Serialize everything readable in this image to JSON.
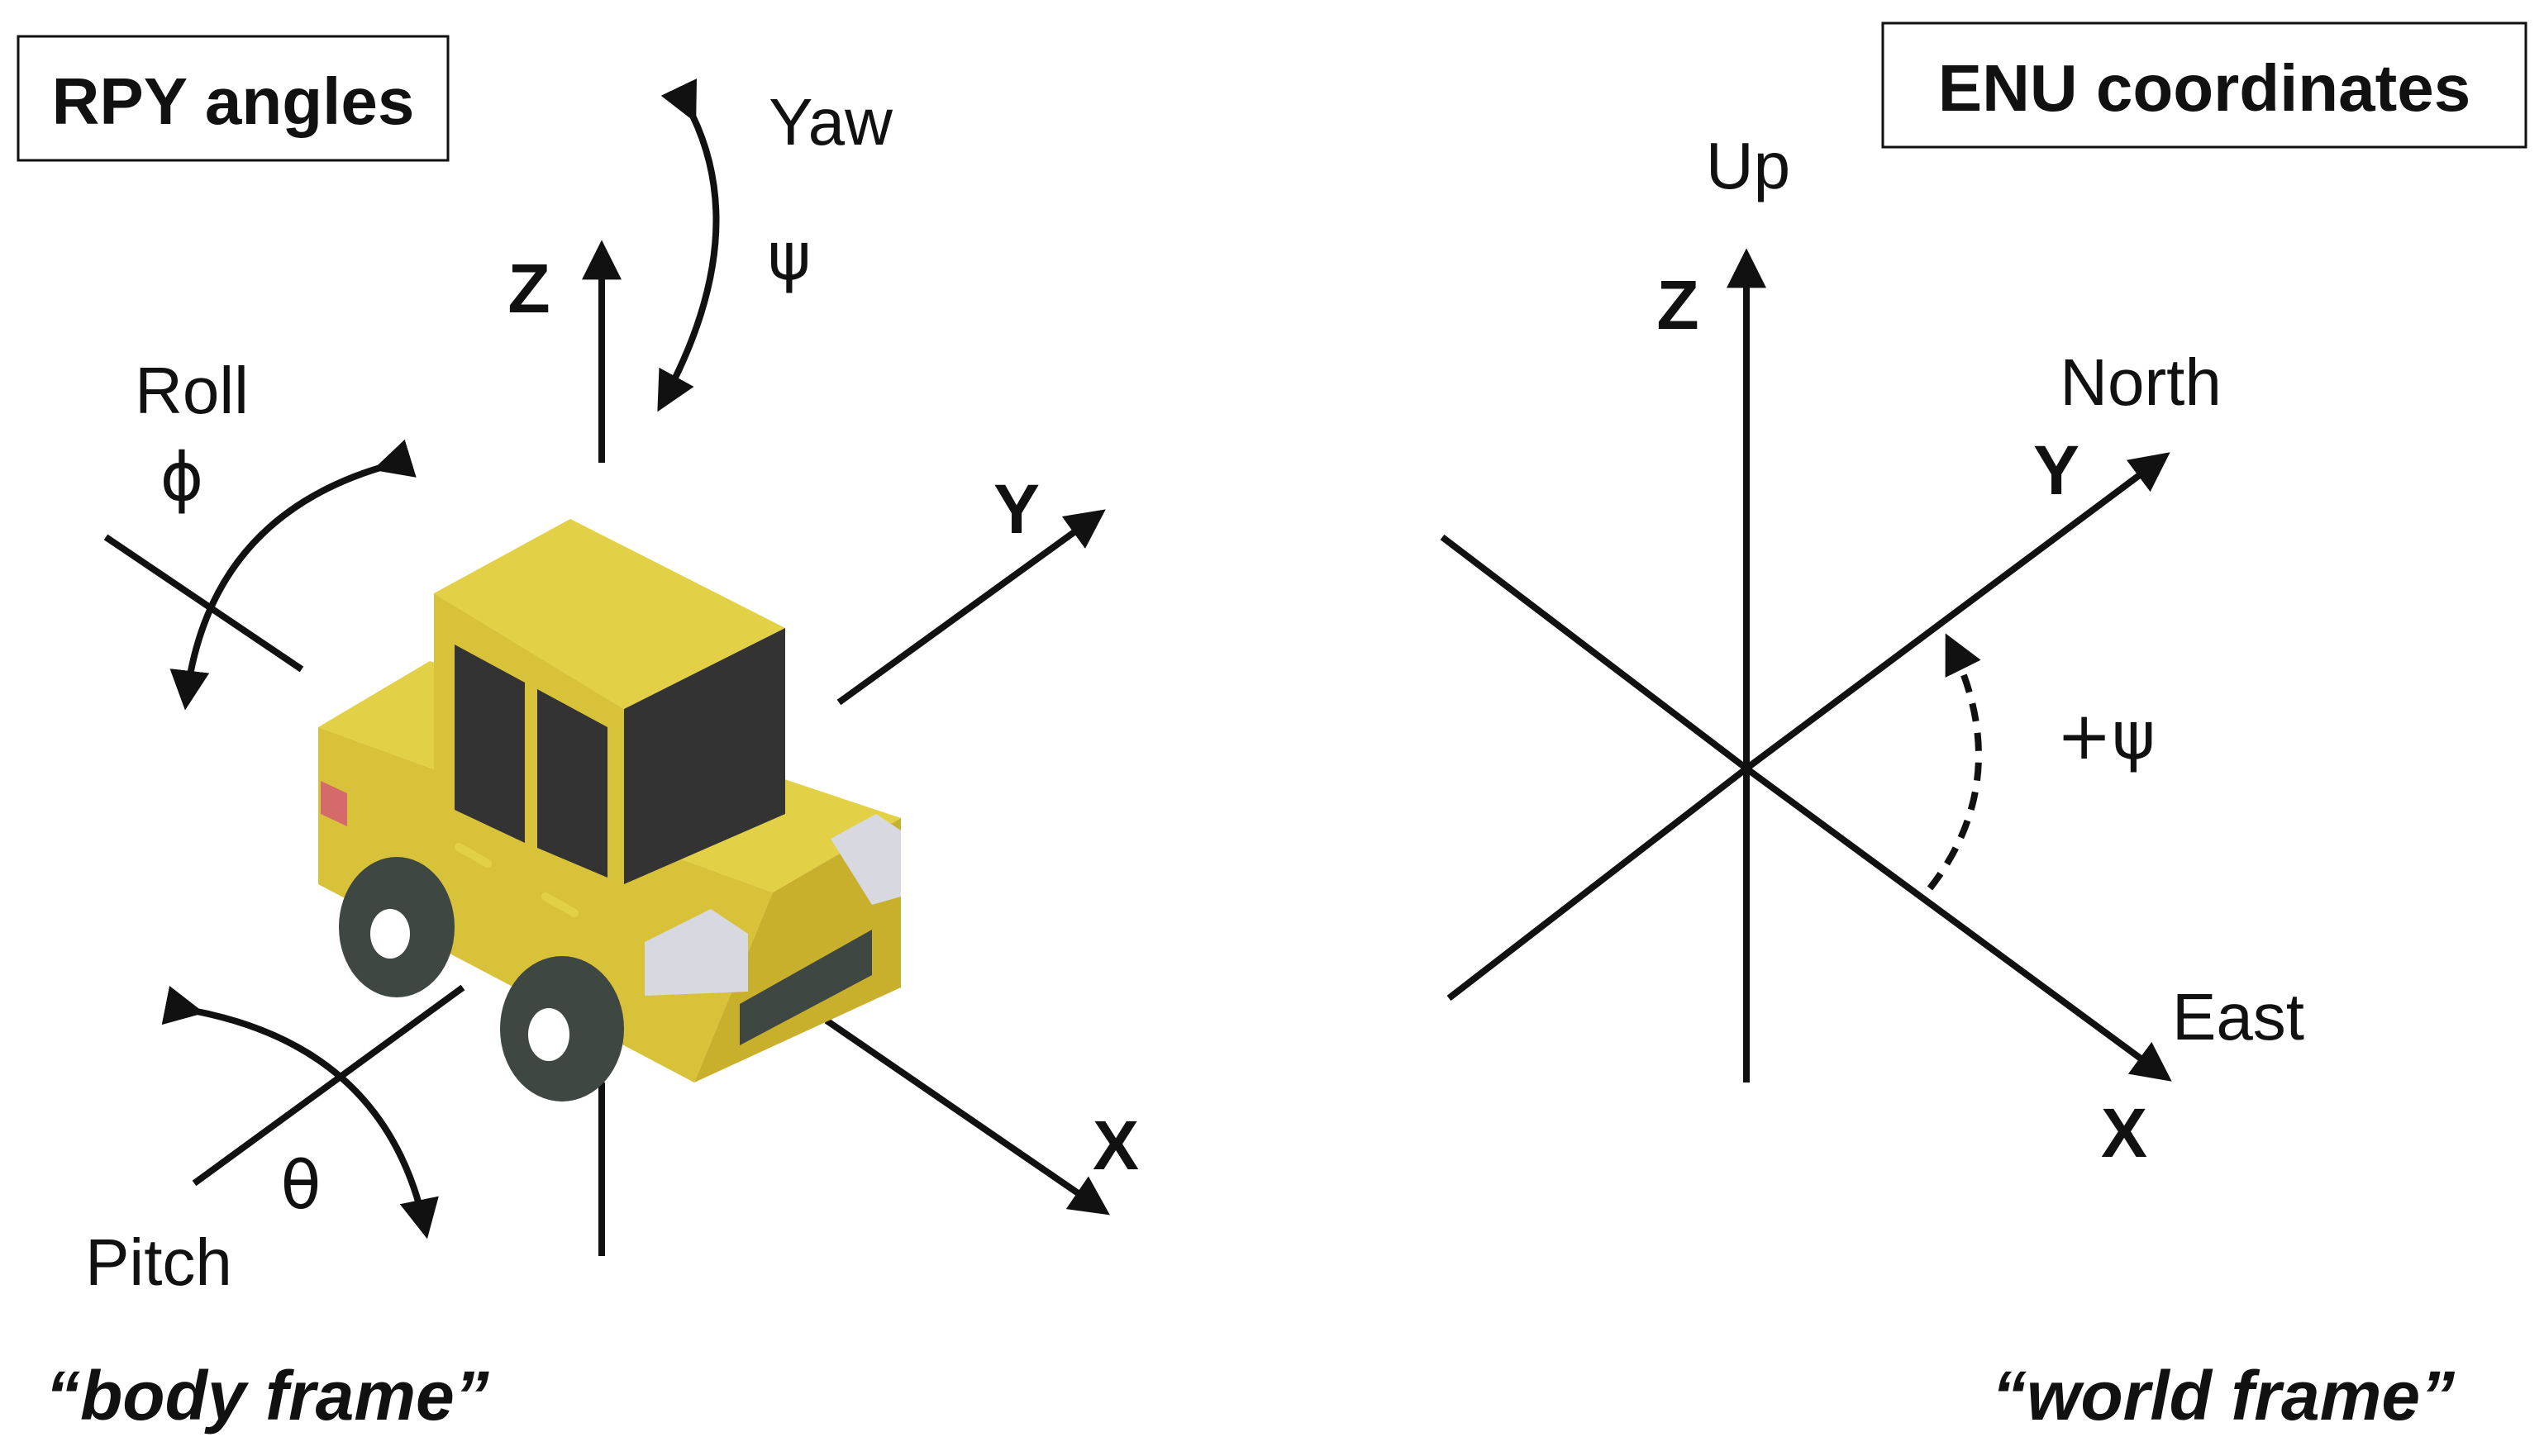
{
  "left": {
    "box_title": "RPY angles",
    "axis_z": "Z",
    "axis_y": "Y",
    "axis_x": "X",
    "yaw_label": "Yaw",
    "yaw_symbol": "ψ",
    "roll_label": "Roll",
    "roll_symbol": "ϕ",
    "pitch_label": "Pitch",
    "pitch_symbol": "θ",
    "frame_label": "“body frame”"
  },
  "right": {
    "box_title": "ENU coordinates",
    "up_label": "Up",
    "axis_z": "Z",
    "north_label": "North",
    "axis_y": "Y",
    "yaw_symbol": "+ψ",
    "east_label": "East",
    "axis_x": "X",
    "frame_label": "“world frame”"
  },
  "colors": {
    "car_body": "#D8C23A",
    "car_body_top": "#E2D146",
    "car_side": "#C9B02C",
    "window": "#333333",
    "wheel": "#3E4742",
    "tail_light": "#D46A6A",
    "head_light": "#D8D8E0"
  }
}
